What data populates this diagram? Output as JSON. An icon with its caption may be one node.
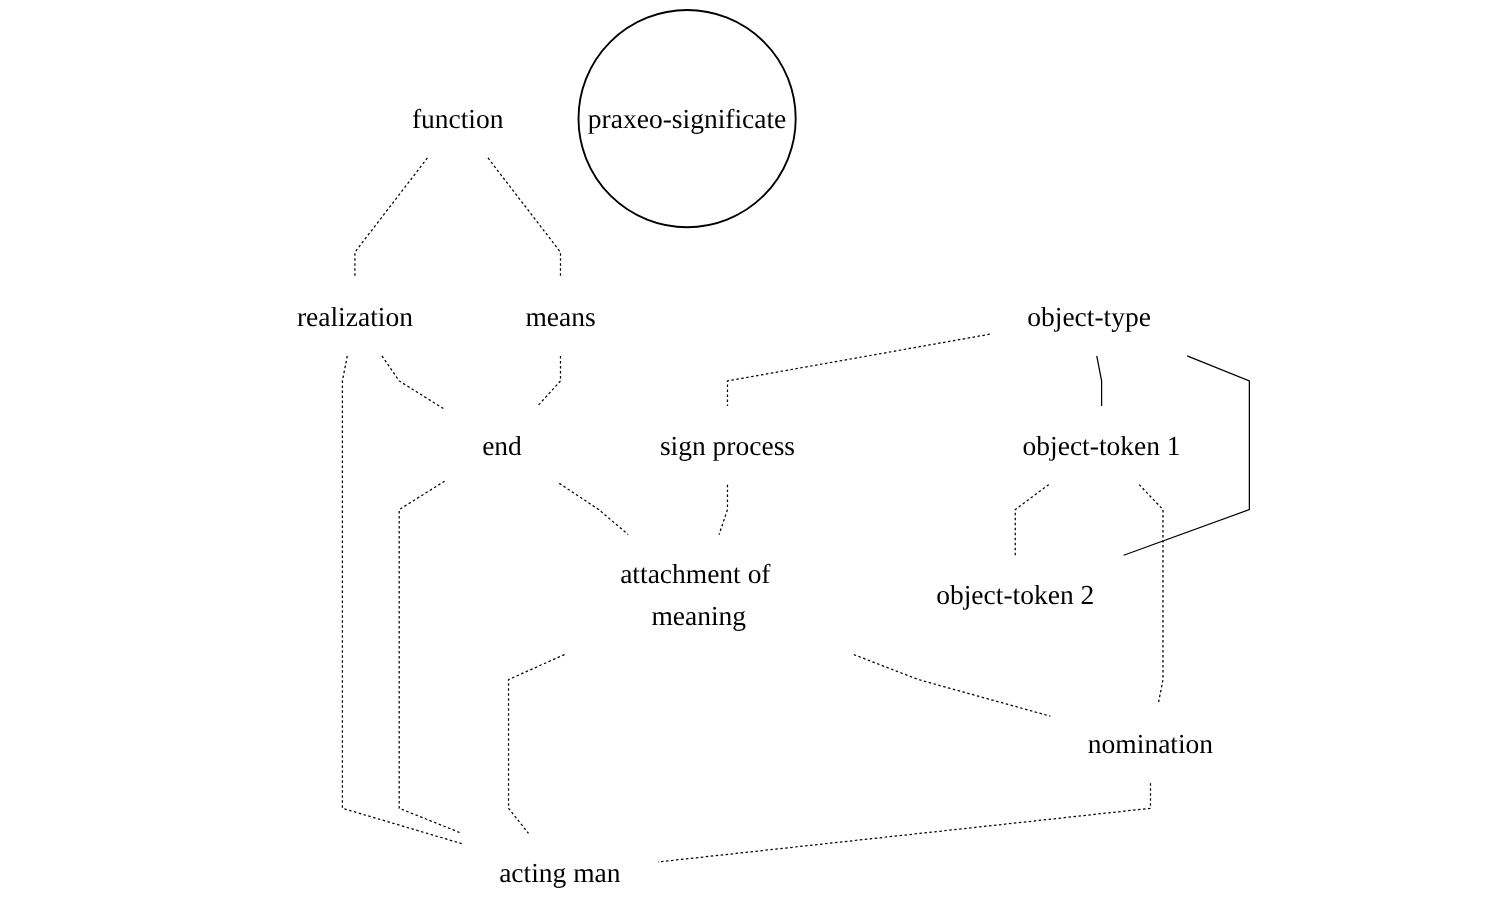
{
  "diagram": {
    "nodes": [
      {
        "text": [
          "function"
        ]
      },
      {
        "text": [
          "realization"
        ]
      },
      {
        "text": [
          "means"
        ]
      },
      {
        "text": [
          "end"
        ]
      },
      {
        "text": [
          "praxeo-significate"
        ]
      },
      {
        "text": [
          "object-type"
        ]
      },
      {
        "text": [
          "sign process"
        ]
      },
      {
        "text": [
          "attachment of meaning"
        ]
      },
      {
        "text": [
          "acting man"
        ]
      },
      {
        "text": [
          "object-token 1"
        ]
      },
      {
        "text": [
          "object-token 2"
        ]
      },
      {
        "text": [
          "nomination"
        ]
      }
    ],
    "edges": [
      {
        "from": 0,
        "to": 1,
        "arrow": "none",
        "style": "dashed"
      },
      {
        "from": 1,
        "to": 8,
        "arrow": "none",
        "style": "dashed"
      },
      {
        "from": 0,
        "to": 2,
        "arrow": "none",
        "style": "dashed"
      },
      {
        "from": 2,
        "to": 3,
        "arrow": "none",
        "style": "dashed"
      },
      {
        "from": 3,
        "to": 8,
        "arrow": "none",
        "style": "dashed"
      },
      {
        "from": 1,
        "to": 3,
        "arrow": "none",
        "style": "dashed"
      },
      {
        "from": 3,
        "to": 7,
        "arrow": "none",
        "style": "dashed"
      },
      {
        "from": 5,
        "to": 6,
        "arrow": "none",
        "style": "dashed"
      },
      {
        "from": 6,
        "to": 7,
        "arrow": "none",
        "style": "dashed"
      },
      {
        "from": 7,
        "to": 8,
        "arrow": "none",
        "style": "dashed"
      },
      {
        "from": 5,
        "to": 9,
        "arrow": "none"
      },
      {
        "from": 5,
        "to": 10,
        "arrow": "none"
      },
      {
        "from": 9,
        "to": 10,
        "arrow": "none",
        "style": "dashed"
      },
      {
        "from": 9,
        "to": 11,
        "arrow": "none",
        "style": "dashed"
      },
      {
        "from": 7,
        "to": 11,
        "arrow": "none",
        "style": "dashed"
      },
      {
        "from": 11,
        "to": 8,
        "arrow": "none",
        "style": "dashed"
      }
    ]
  }
}
